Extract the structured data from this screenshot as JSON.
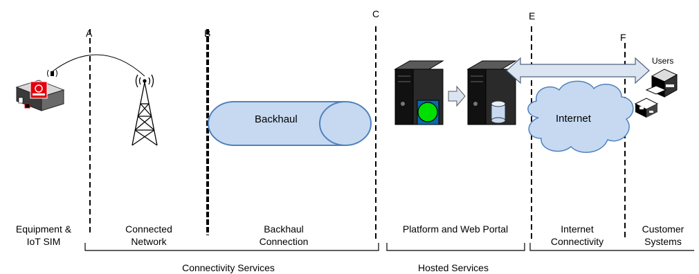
{
  "boundaries": {
    "a": "A",
    "b": "B",
    "c": "C",
    "e": "E",
    "f": "F"
  },
  "zones": {
    "equipment": [
      "Equipment &",
      "IoT SIM"
    ],
    "connected_network": [
      "Connected",
      "Network"
    ],
    "backhaul_connection": [
      "Backhaul",
      "Connection"
    ],
    "platform": "Platform and Web Portal",
    "internet_connectivity": [
      "Internet",
      "Connectivity"
    ],
    "customer_systems": [
      "Customer",
      "Systems"
    ]
  },
  "groups": {
    "connectivity_services": "Connectivity Services",
    "hosted_services": "Hosted Services"
  },
  "shapes": {
    "backhaul": "Backhaul",
    "internet": "Internet",
    "users": "Users"
  },
  "colors": {
    "pipe_fill": "#c6d9f1",
    "pipe_stroke": "#4f81bd",
    "cloud_fill": "#c6d9f1",
    "arrow_fill": "#dbe5f1",
    "green_indicator": "#00e000",
    "sim_red": "#e3000f"
  }
}
